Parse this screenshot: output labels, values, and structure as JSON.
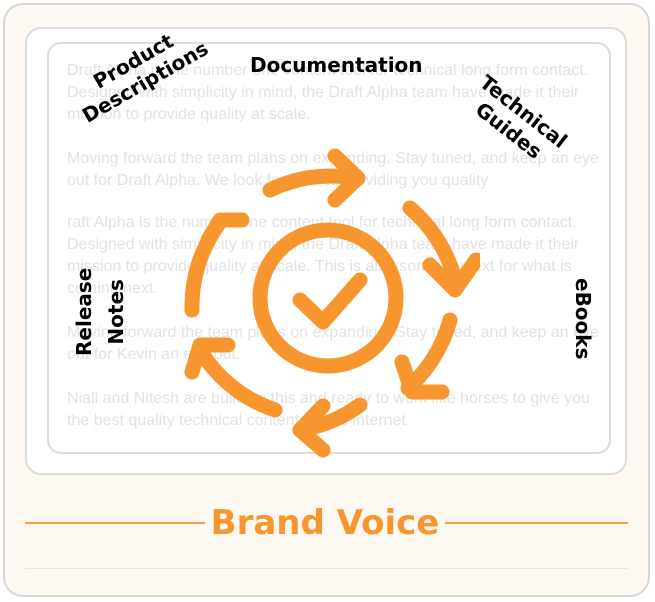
{
  "diagram": {
    "title": "Brand Voice",
    "accent_color": "#f7962e",
    "center_icon": "check-circle-icon",
    "labels": {
      "documentation": "Documentation",
      "product_descriptions_line1": "Product",
      "product_descriptions_line2": "Descriptions",
      "technical_guides_line1": "Technical",
      "technical_guides_line2": "Guides",
      "release_notes_line1": "Release",
      "release_notes_line2": "Notes",
      "ebooks": "eBooks"
    },
    "background_text": [
      "Draft Alpha is the number one content tool for technical long form contact. Designed with simplicity in mind, the Draft Alpha team have made it their mission to provide quality at scale.",
      "Moving forward the team plans on expanding. Stay tuned, and keep an eye out for Draft Alpha. We look forward to providing you quality",
      "raft Alpha is the number one content tool for technical long form contact. Designed with simplicity in mind, the Draft Alpha team have made it their mission to provide quality at scale. This is also some context for what is coming next.",
      "Moving forward the team plans on expanding. Stay tuned, and keep an eye out for Kevin an eye out.",
      "Niall and Nitesh are building this and ready to work like horses to give you the best quality technical content on the internet."
    ]
  }
}
